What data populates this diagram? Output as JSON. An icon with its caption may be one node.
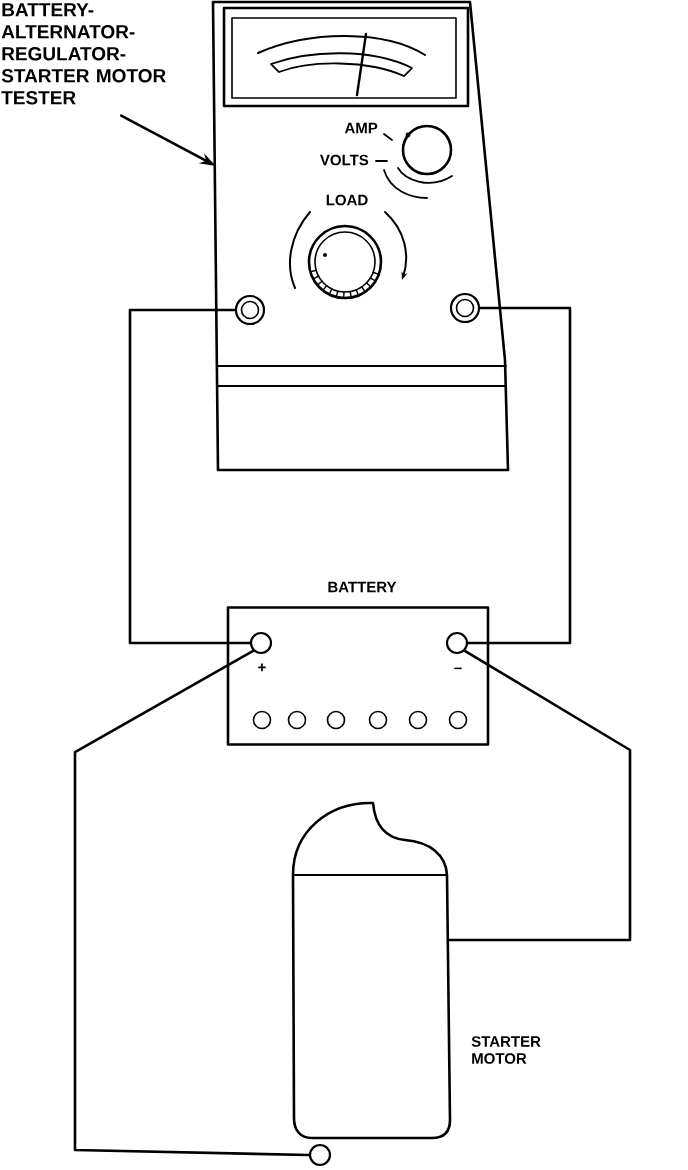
{
  "diagram": {
    "nodes": [
      {
        "text": [
          "BATTERY- ALTERNATOR- REGULATOR- STARTER MOTOR TESTER"
        ]
      },
      {
        "text": [
          "AMP",
          "VOLTS",
          "LOAD"
        ]
      },
      {
        "text": [],
        "shape": "circle",
        "in": 1
      },
      {
        "text": [],
        "shape": "circle",
        "in": 1
      },
      {
        "text": [
          "BATTERY",
          "+",
          "–"
        ]
      },
      {
        "text": [],
        "shape": "circle",
        "in": 4
      },
      {
        "text": [],
        "shape": "circle",
        "in": 4
      },
      {
        "text": [],
        "shape": "cylinder",
        "beside": [
          "STARTER MOTOR"
        ]
      },
      {
        "text": [],
        "shape": "circle"
      }
    ],
    "edges": [
      {
        "from": 0,
        "to": 1,
        "arrow": "to"
      },
      {
        "from": 2,
        "to": 5,
        "arrow": "none"
      },
      {
        "from": 3,
        "to": 6,
        "arrow": "none"
      },
      {
        "from": 5,
        "to": 8,
        "arrow": "none"
      },
      {
        "from": 6,
        "to": 7,
        "arrow": "none"
      }
    ]
  }
}
